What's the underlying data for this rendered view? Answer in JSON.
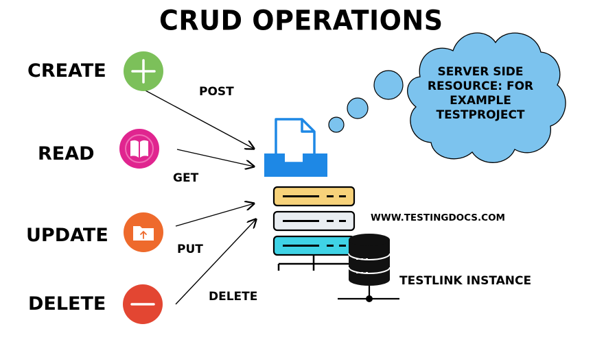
{
  "title": "CRUD Operations",
  "operations": [
    {
      "name": "CREATE",
      "method": "POST",
      "icon": "plus-icon",
      "color": "#7cc05a"
    },
    {
      "name": "READ",
      "method": "GET",
      "icon": "book-icon",
      "color": "#e0258f"
    },
    {
      "name": "UPDATE",
      "method": "PUT",
      "icon": "folder-upload-icon",
      "color": "#ee6a2c"
    },
    {
      "name": "DELETE",
      "method": "DELETE",
      "icon": "minus-icon",
      "color": "#e34632"
    }
  ],
  "cloud": {
    "text": "SERVER SIDE RESOURCE: FOR EXAMPLE TESTPROJECT",
    "color": "#7cc3ee"
  },
  "website": "WWW.TESTINGDOCS.COM",
  "instance_label": "TESTLINK INSTANCE",
  "colors": {
    "inbox": "#1e88e5",
    "server_top": "#f7d27a",
    "server_mid": "#e9edf1",
    "server_bottom": "#3fd3e6",
    "database": "#111111"
  }
}
